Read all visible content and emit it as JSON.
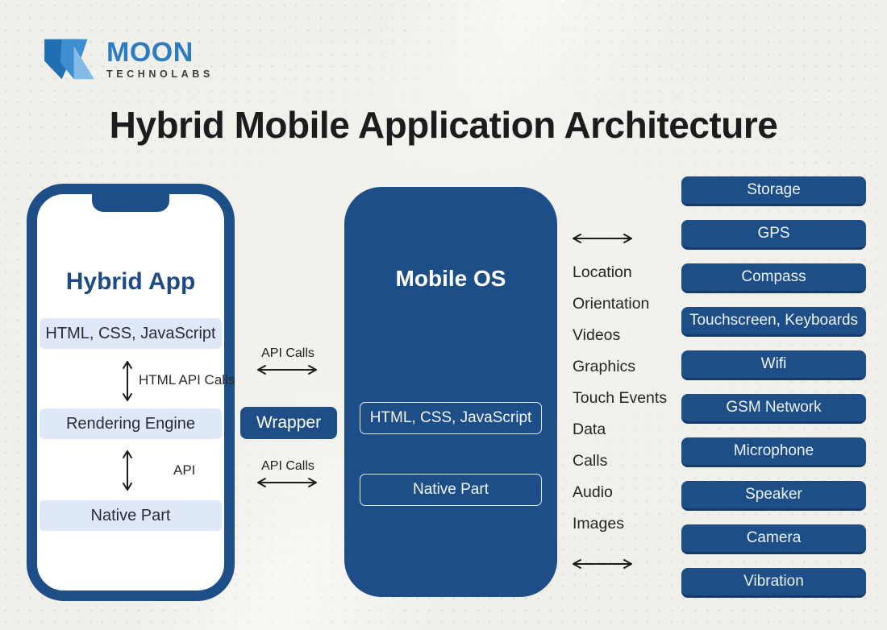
{
  "logo": {
    "brand": "MOON",
    "subbrand": "TECHNOLABS"
  },
  "title": "Hybrid Mobile Application Architecture",
  "hybrid_app": {
    "title": "Hybrid App",
    "layer_web": "HTML, CSS, JavaScript",
    "arrow_label_web_rendering": "HTML API Calls",
    "layer_rendering": "Rendering Engine",
    "arrow_label_rendering_native": "API",
    "layer_native": "Native Part"
  },
  "bridge": {
    "api_calls_top": "API Calls",
    "wrapper": "Wrapper",
    "api_calls_bottom": "API Calls"
  },
  "mobile_os": {
    "title": "Mobile OS",
    "box_web": "HTML, CSS, JavaScript",
    "box_native": "Native Part"
  },
  "capabilities": [
    "Location",
    "Orientation",
    "Videos",
    "Graphics",
    "Touch Events",
    "Data",
    "Calls",
    "Audio",
    "Images"
  ],
  "device_features": [
    "Storage",
    "GPS",
    "Compass",
    "Touchscreen, Keyboards",
    "Wifi",
    "GSM Network",
    "Microphone",
    "Speaker",
    "Camera",
    "Vibration"
  ],
  "colors": {
    "primary_blue": "#1d4e88",
    "light_layer": "#dfe8f8",
    "background": "#f1efea",
    "logo_blue": "#2b7dc0",
    "title_text": "#1c1c1e"
  }
}
